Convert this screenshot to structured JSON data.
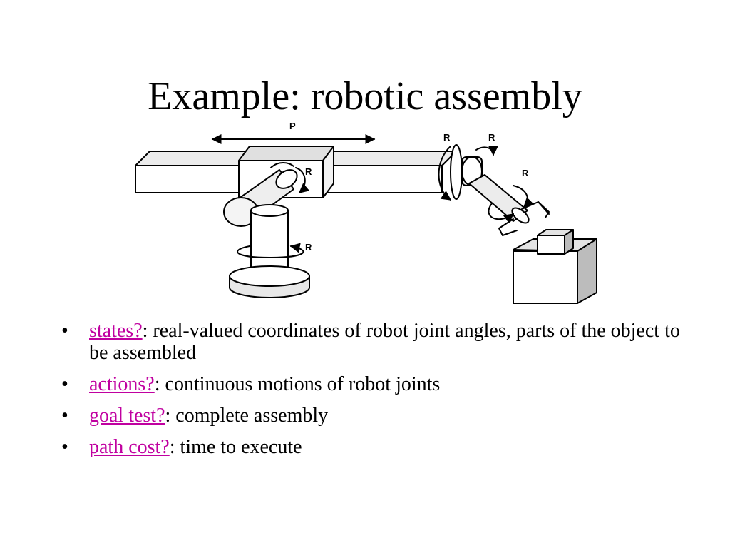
{
  "slide": {
    "title": "Example: robotic assembly",
    "figure": {
      "label_p": "P",
      "label_r": "R"
    },
    "bullets": [
      {
        "term": "states?",
        "text": ": real-valued coordinates of robot joint angles, parts of the object to be assembled"
      },
      {
        "term": "actions?",
        "text": ": continuous motions of robot joints"
      },
      {
        "term": "goal test?",
        "text": ": complete assembly"
      },
      {
        "term": "path cost?",
        "text": ": time to execute"
      }
    ],
    "bullet_symbol": "•",
    "colors": {
      "link": "#c000a0",
      "text": "#000000",
      "background": "#ffffff"
    }
  }
}
